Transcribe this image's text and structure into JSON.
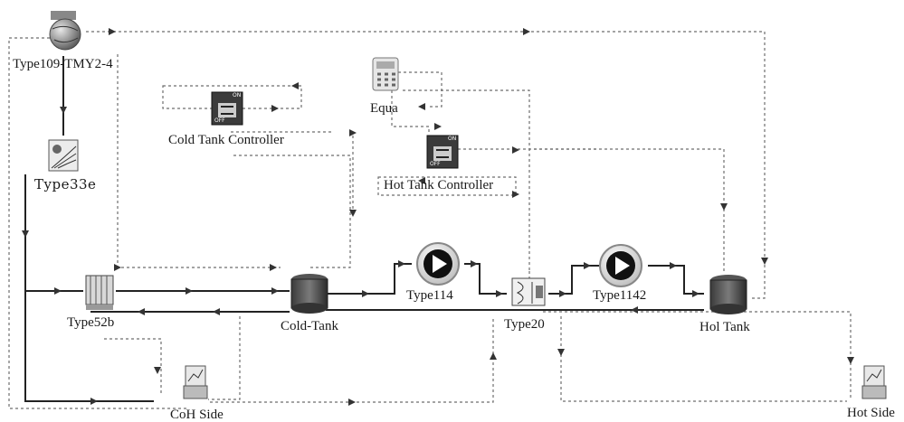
{
  "components": {
    "weather": {
      "label": "Type109-TMY2-4",
      "icon": "weather-globe-icon"
    },
    "radiation": {
      "label": "Type33e",
      "icon": "psychrometrics-icon"
    },
    "collector": {
      "label": "Type52b",
      "icon": "solar-collector-icon"
    },
    "cold_tank": {
      "label": "Cold-Tank",
      "icon": "storage-tank-icon"
    },
    "pump1": {
      "label": "Type114",
      "icon": "pump-icon"
    },
    "hx": {
      "label": "Type20",
      "icon": "heat-pump-icon"
    },
    "pump2": {
      "label": "Type1142",
      "icon": "pump-icon"
    },
    "hot_tank": {
      "label": "Hol Tank",
      "icon": "storage-tank-icon"
    },
    "equa": {
      "label": "Equa",
      "icon": "calculator-icon"
    },
    "cold_ctrl": {
      "label": "Cold Tank Controller",
      "icon": "controller-icon"
    },
    "hot_ctrl": {
      "label": "Hot Tank Controller",
      "icon": "controller-icon"
    },
    "coh_side": {
      "label": "CoH Side",
      "icon": "printer-plot-icon"
    },
    "hot_side": {
      "label": "Hot Side",
      "icon": "printer-plot-icon"
    }
  },
  "controller_badge": {
    "on": "ON",
    "off": "OFF"
  }
}
